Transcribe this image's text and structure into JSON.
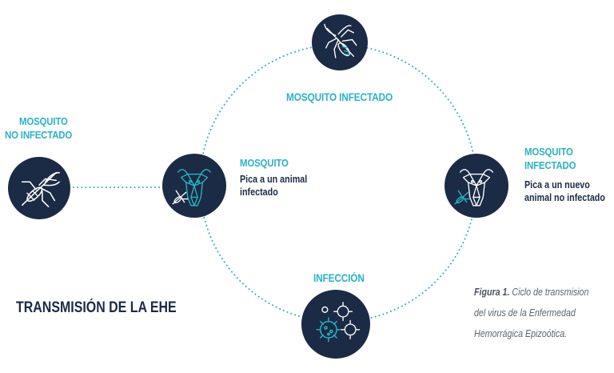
{
  "title": "TRANSMISIÓN DE LA EHE",
  "caption": {
    "figure_label": "Figura 1.",
    "line1": "Ciclo de transmision",
    "line2": "del virus de la Enfermedad",
    "line3": "Hemorrágica Epizoótica."
  },
  "nodes": {
    "uninfected_mosquito": {
      "label_line1": "MOSQUITO",
      "label_line2": "NO INFECTADO",
      "icon": "mosquito-icon"
    },
    "biting_mosquito": {
      "label": "MOSQUITO",
      "desc_line1": "Pica a un animal",
      "desc_line2": "infectado",
      "icon": "cow-with-mosquito-icon"
    },
    "infected_mosquito_top": {
      "label": "MOSQUITO INFECTADO",
      "icon": "mosquito-icon"
    },
    "infected_mosquito_right": {
      "label_line1": "MOSQUITO",
      "label_line2": "INFECTADO",
      "desc_line1": "Pica a un nuevo",
      "desc_line2": "animal no infectado",
      "icon": "cow-with-mosquito-icon"
    },
    "infection": {
      "label": "INFECCIÓN",
      "icon": "virus-icon"
    }
  },
  "colors": {
    "node_fill": "#1b2b45",
    "label": "#2ab3c3",
    "icon_stroke": "#ffffff",
    "icon_accent": "#2ab3c3",
    "dots": "#2ab3c3"
  }
}
